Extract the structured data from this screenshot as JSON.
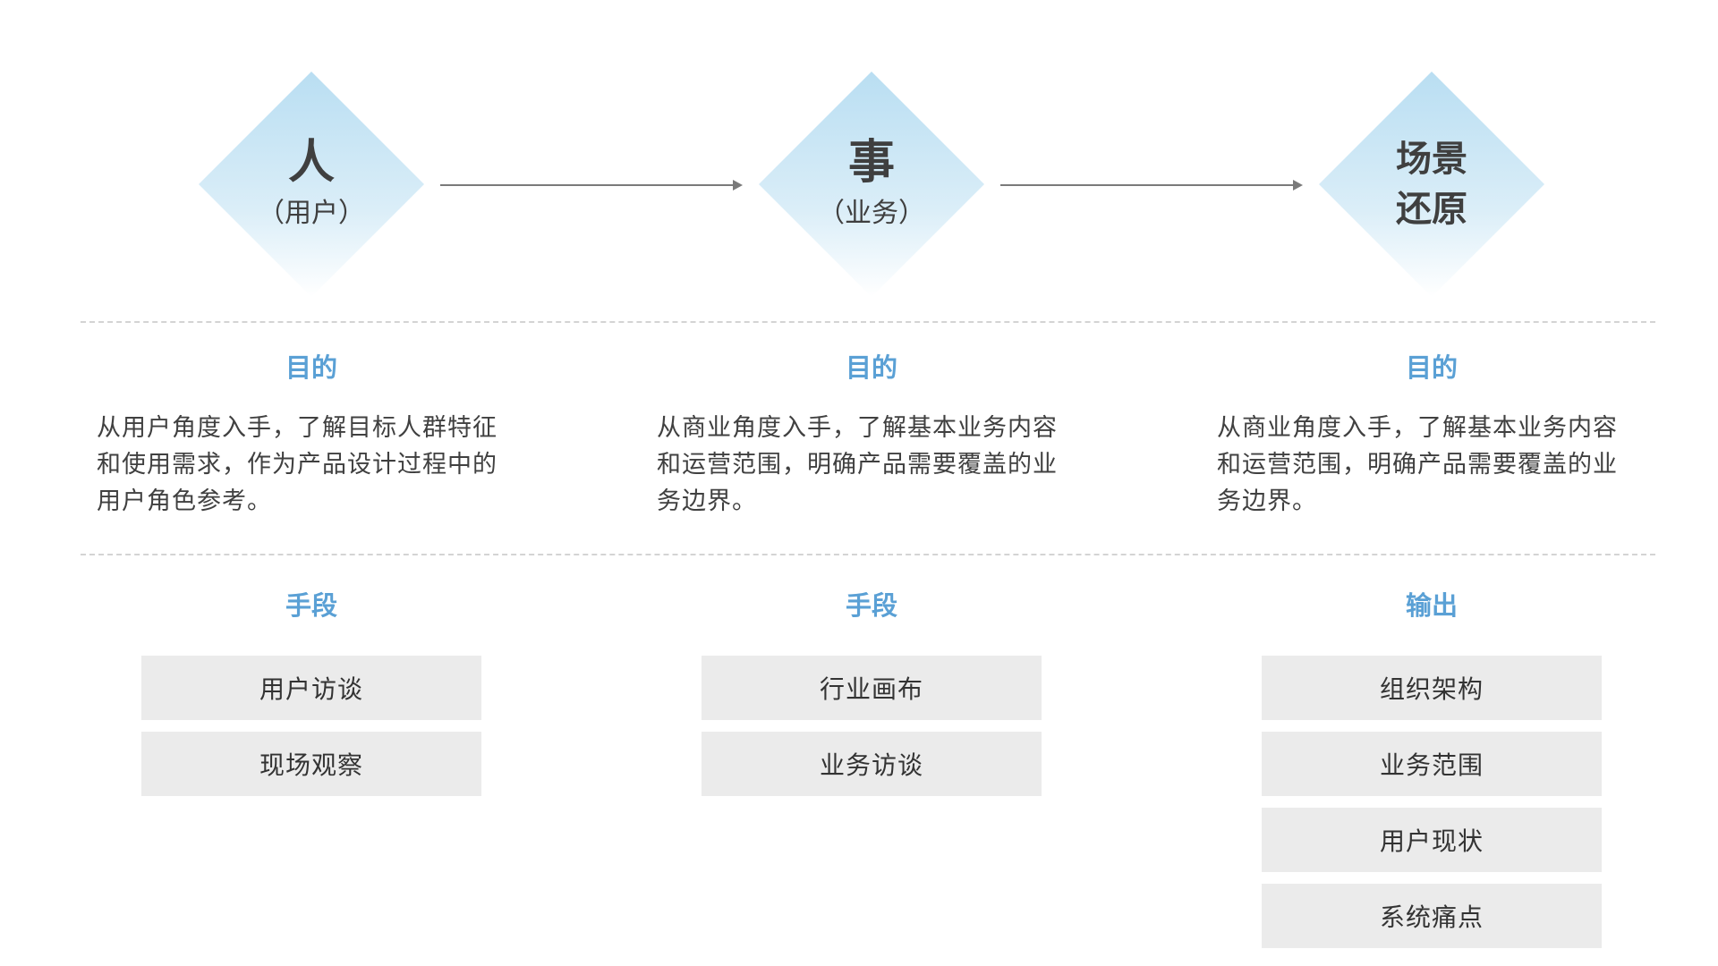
{
  "diagram": {
    "columns": [
      {
        "diamond": {
          "main": "人",
          "sub": "（用户）"
        },
        "purpose_heading": "目的",
        "purpose_lines": [
          "从用户角度入手，了解目标人群特征",
          "和使用需求，作为产品设计过程中的",
          "用户角色参考。"
        ],
        "method_heading": "手段",
        "items": [
          "用户访谈",
          "现场观察"
        ]
      },
      {
        "diamond": {
          "main": "事",
          "sub": "（业务）"
        },
        "purpose_heading": "目的",
        "purpose_lines": [
          "从商业角度入手，了解基本业务内容",
          "和运营范围，明确产品需要覆盖的业",
          "务边界。"
        ],
        "method_heading": "手段",
        "items": [
          "行业画布",
          "业务访谈"
        ]
      },
      {
        "diamond": {
          "line1": "场景",
          "line2": "还原"
        },
        "purpose_heading": "目的",
        "purpose_lines": [
          "从商业角度入手，了解基本业务内容",
          "和运营范围，明确产品需要覆盖的业",
          "务边界。"
        ],
        "method_heading": "输出",
        "items": [
          "组织架构",
          "业务范围",
          "用户现状",
          "系统痛点"
        ]
      }
    ]
  },
  "colors": {
    "heading_blue": "#5aa0d5",
    "diamond_top": "#b9def2",
    "box_gray": "#ebebeb",
    "arrow_gray": "#7a7a7a"
  }
}
